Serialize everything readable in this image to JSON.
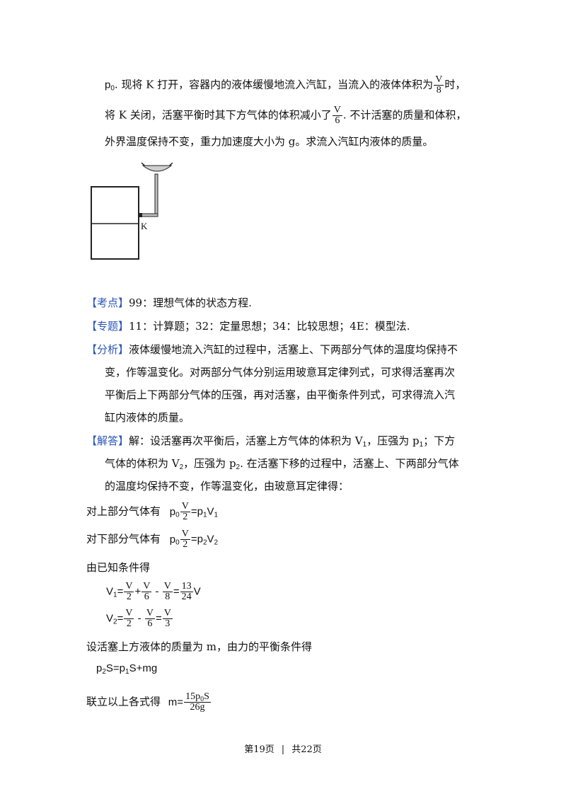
{
  "problem": {
    "l1_a": "p",
    "l1_sub0": "0",
    "l1_b": ". 现将 K 打开，容器内的液体缓慢地流入汽缸，当流入的液体体积为",
    "frac_v8_num": "V",
    "frac_v8_den": "8",
    "l1_c": "时，",
    "l2_a": "将 K 关闭，活塞平衡时其下方气体的体积减小了",
    "frac_v6_num": "V",
    "frac_v6_den": "6",
    "l2_b": ". 不计活塞的质量和体积，",
    "l3": "外界温度保持不变，重力加速度大小为 g。求流入汽缸内液体的质量。"
  },
  "figure": {
    "valve_label": "K"
  },
  "analysis": {
    "kaodian_tag": "【考点】",
    "kaodian_text": "99：理想气体的状态方程.",
    "zhuanti_tag": "【专题】",
    "zhuanti_text": "11：计算题；32：定量思想；34：比较思想；4E：模型法.",
    "fenxi_tag": "【分析】",
    "fenxi_l1": "液体缓慢地流入汽缸的过程中，活塞上、下两部分气体的温度均保持不",
    "fenxi_l2": "变，作等温变化。对两部分气体分别运用玻意耳定律列式，可求得活塞再次",
    "fenxi_l3": "平衡后上下两部分气体的压强，再对活塞，由平衡条件列式，可求得流入汽",
    "fenxi_l4": "缸内液体的质量。",
    "jieda_tag": "【解答】",
    "jieda_l1_a": "解：设活塞再次平衡后，活塞上方气体的体积为 V",
    "jieda_l1_s1": "1",
    "jieda_l1_b": "，压强为 p",
    "jieda_l1_s2": "1",
    "jieda_l1_c": "；下方",
    "jieda_l2_a": "气体的体积为 V",
    "jieda_l2_s1": "2",
    "jieda_l2_b": "，压强为 p",
    "jieda_l2_s2": "2",
    "jieda_l2_c": ". 在活塞下移的过程中，活塞上、下两部分气体",
    "jieda_l3": "的温度均保持不变，作等温变化，由玻意耳定律得："
  },
  "equations": {
    "upper_label": "对上部分气体有",
    "upper_lhs_p": "p",
    "upper_lhs_sub": "0",
    "frac_v2_num": "V",
    "frac_v2_den": "2",
    "upper_rhs": "=p",
    "upper_rhs_sub": "1",
    "upper_rhs_v": "V",
    "upper_rhs_vsub": "1",
    "lower_label": "对下部分气体有",
    "lower_rhs": "=p",
    "lower_rhs_sub": "2",
    "lower_rhs_v": "V",
    "lower_rhs_vsub": "2",
    "known_label": "由已知条件得",
    "v1_lhs": "V",
    "v1_sub": "1",
    "v1_eq": "=",
    "plus": "+",
    "minus": " - ",
    "eq": "=",
    "frac_13_num": "13",
    "frac_13_den": "24",
    "v1_tail": "V",
    "v2_lhs": "V",
    "v2_sub": "2",
    "frac_v3_num": "V",
    "frac_v3_den": "3",
    "mass_label": "设活塞上方液体的质量为 m，由力的平衡条件得",
    "balance_p2": "p",
    "balance_p2_sub": "2",
    "balance_mid": "S=p",
    "balance_p1_sub": "1",
    "balance_tail": "S+mg",
    "result_label": "联立以上各式得",
    "result_m": "m=",
    "result_num": "15p",
    "result_num_sub": "0",
    "result_num_tail": "S",
    "result_den": "26g"
  },
  "footer": {
    "page": "第19页",
    "separator": "|",
    "total": "共22页"
  }
}
